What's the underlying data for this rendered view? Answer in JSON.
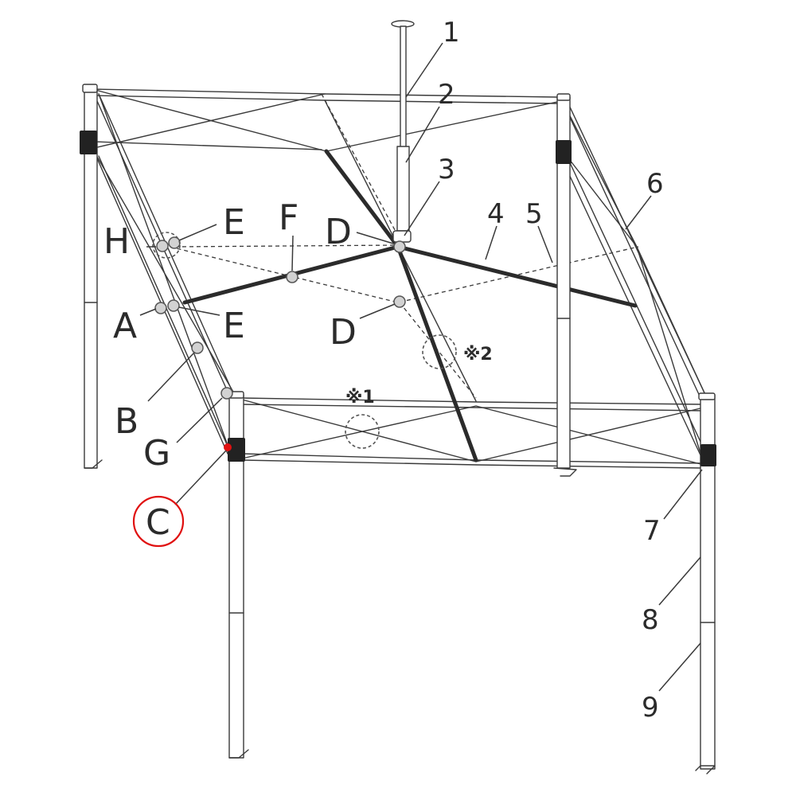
{
  "colors": {
    "ink": "#2b2b2b",
    "joint_fill": "#d2d2d2",
    "bracket": "#222222",
    "highlight": "#e01010"
  },
  "part_numbers": {
    "n1": "1",
    "n2": "2",
    "n3": "3",
    "n4": "4",
    "n5": "5",
    "n6": "6",
    "n7": "7",
    "n8": "8",
    "n9": "9"
  },
  "joint_letters": {
    "h": "H",
    "e_top": "E",
    "f": "F",
    "d_top": "D",
    "a": "A",
    "e_bottom": "E",
    "d_bottom": "D",
    "b": "B",
    "g": "G",
    "c": "C"
  },
  "notes": {
    "note1": "※1",
    "note2": "※2"
  }
}
